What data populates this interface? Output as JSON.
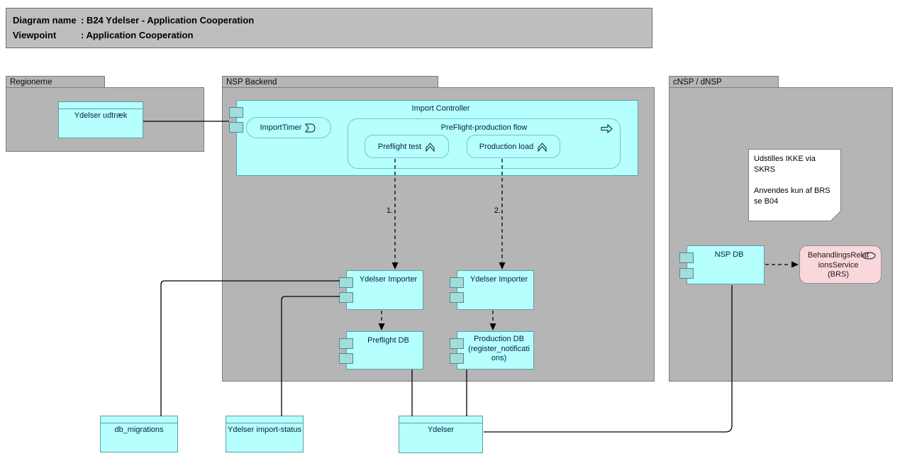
{
  "title_box": {
    "rows": [
      {
        "label": "Diagram name",
        "value": ": B24 Ydelser - Application Cooperation"
      },
      {
        "label": "Viewpoint",
        "value": ": Application Cooperation"
      }
    ]
  },
  "groups": {
    "regionerne": "Regionerne",
    "nsp_backend": "NSP Backend",
    "cnsp": "cNSP / dNSP"
  },
  "nodes": {
    "ydelser_udtraek": "Ydelser udtræk",
    "import_controller": "Import Controller",
    "import_timer": "ImportTimer",
    "preflight_flow": "PreFlight-production flow",
    "preflight_test": "Preflight test",
    "production_load": "Production load",
    "ydelser_importer_1": "Ydelser Importer",
    "ydelser_importer_2": "Ydelser Importer",
    "preflight_db": "Preflight DB",
    "production_db": "Production DB (register_notifications)",
    "nsp_db": "NSP DB",
    "brs": "BehandlingsRelationsService (BRS)",
    "db_migrations": "db_migrations",
    "ydelser_import_status": "Ydelser import-status",
    "ydelser": "Ydelser"
  },
  "note": {
    "lines": [
      "Udstilles IKKE via SKRS",
      "",
      "Anvendes kun af BRS",
      "se B04"
    ]
  },
  "edge_labels": {
    "step1": "1.",
    "step2": "2."
  },
  "icons": {
    "import_timer": "event-icon",
    "preflight_flow": "process-arrow-icon",
    "preflight_test": "function-icon",
    "production_load": "function-icon",
    "brs": "service-oval-icon",
    "note": "folded-corner"
  },
  "colors": {
    "element_fill": "#b5ffff",
    "element_border": "#5f9ea0",
    "prong_fill": "#a3dcdc",
    "group_fill": "#b5b5b5",
    "title_fill": "#bebebe",
    "service_fill": "#f9d7da",
    "note_fill": "#ffffff",
    "connector": "#000000"
  }
}
